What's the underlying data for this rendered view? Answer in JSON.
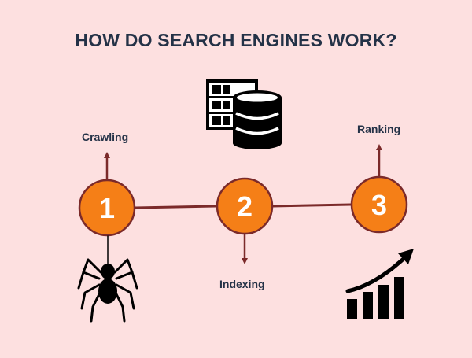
{
  "diagram": {
    "title": "HOW DO SEARCH ENGINES WORK?",
    "steps": [
      {
        "number": "1",
        "label": "Crawling",
        "icon": "spider-icon"
      },
      {
        "number": "2",
        "label": "Indexing",
        "icon": "database-server-icon"
      },
      {
        "number": "3",
        "label": "Ranking",
        "icon": "rising-bar-chart-icon"
      }
    ],
    "colors": {
      "background": "#fde0e0",
      "circle_fill": "#f57f17",
      "circle_border": "#7b2a2a",
      "connector": "#7b2a2a",
      "text": "#243247",
      "icon": "#000000"
    }
  }
}
